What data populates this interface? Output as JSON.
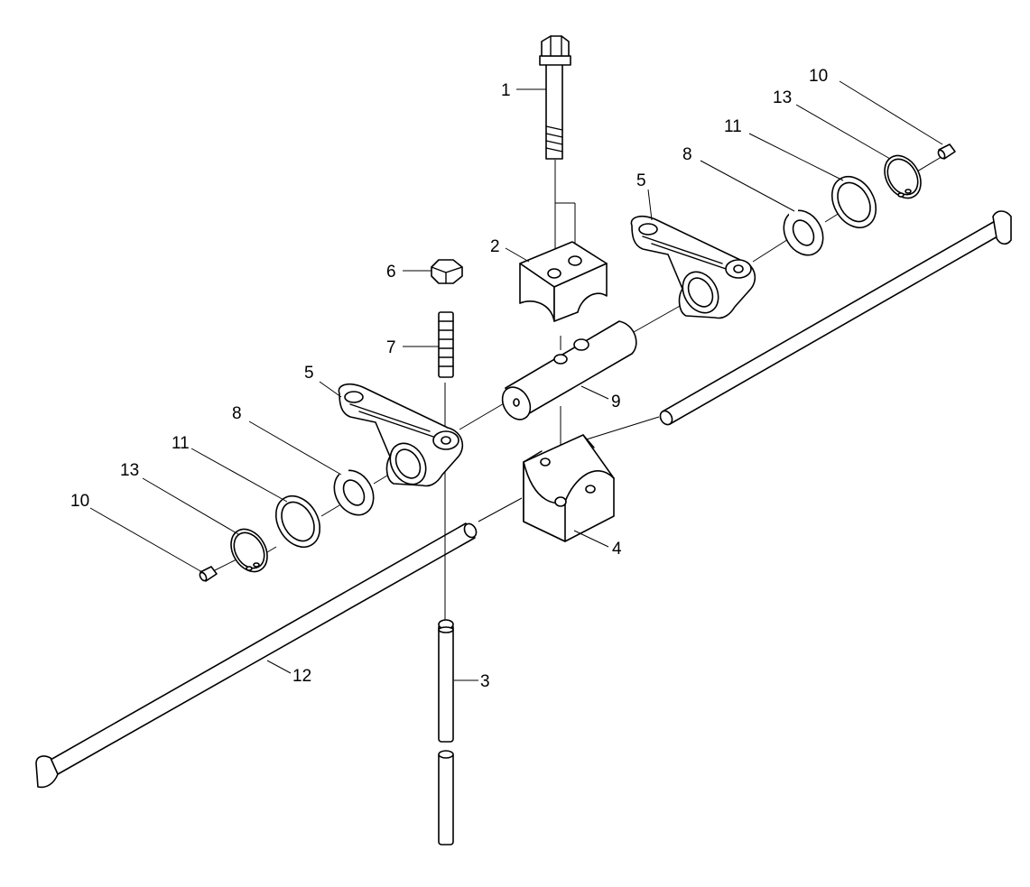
{
  "diagram": {
    "background": "#ffffff",
    "line_color": "#000000",
    "labels": [
      "1",
      "2",
      "3",
      "4",
      "5",
      "5",
      "6",
      "7",
      "8",
      "8",
      "9",
      "10",
      "10",
      "11",
      "11",
      "12",
      "13",
      "13"
    ]
  }
}
